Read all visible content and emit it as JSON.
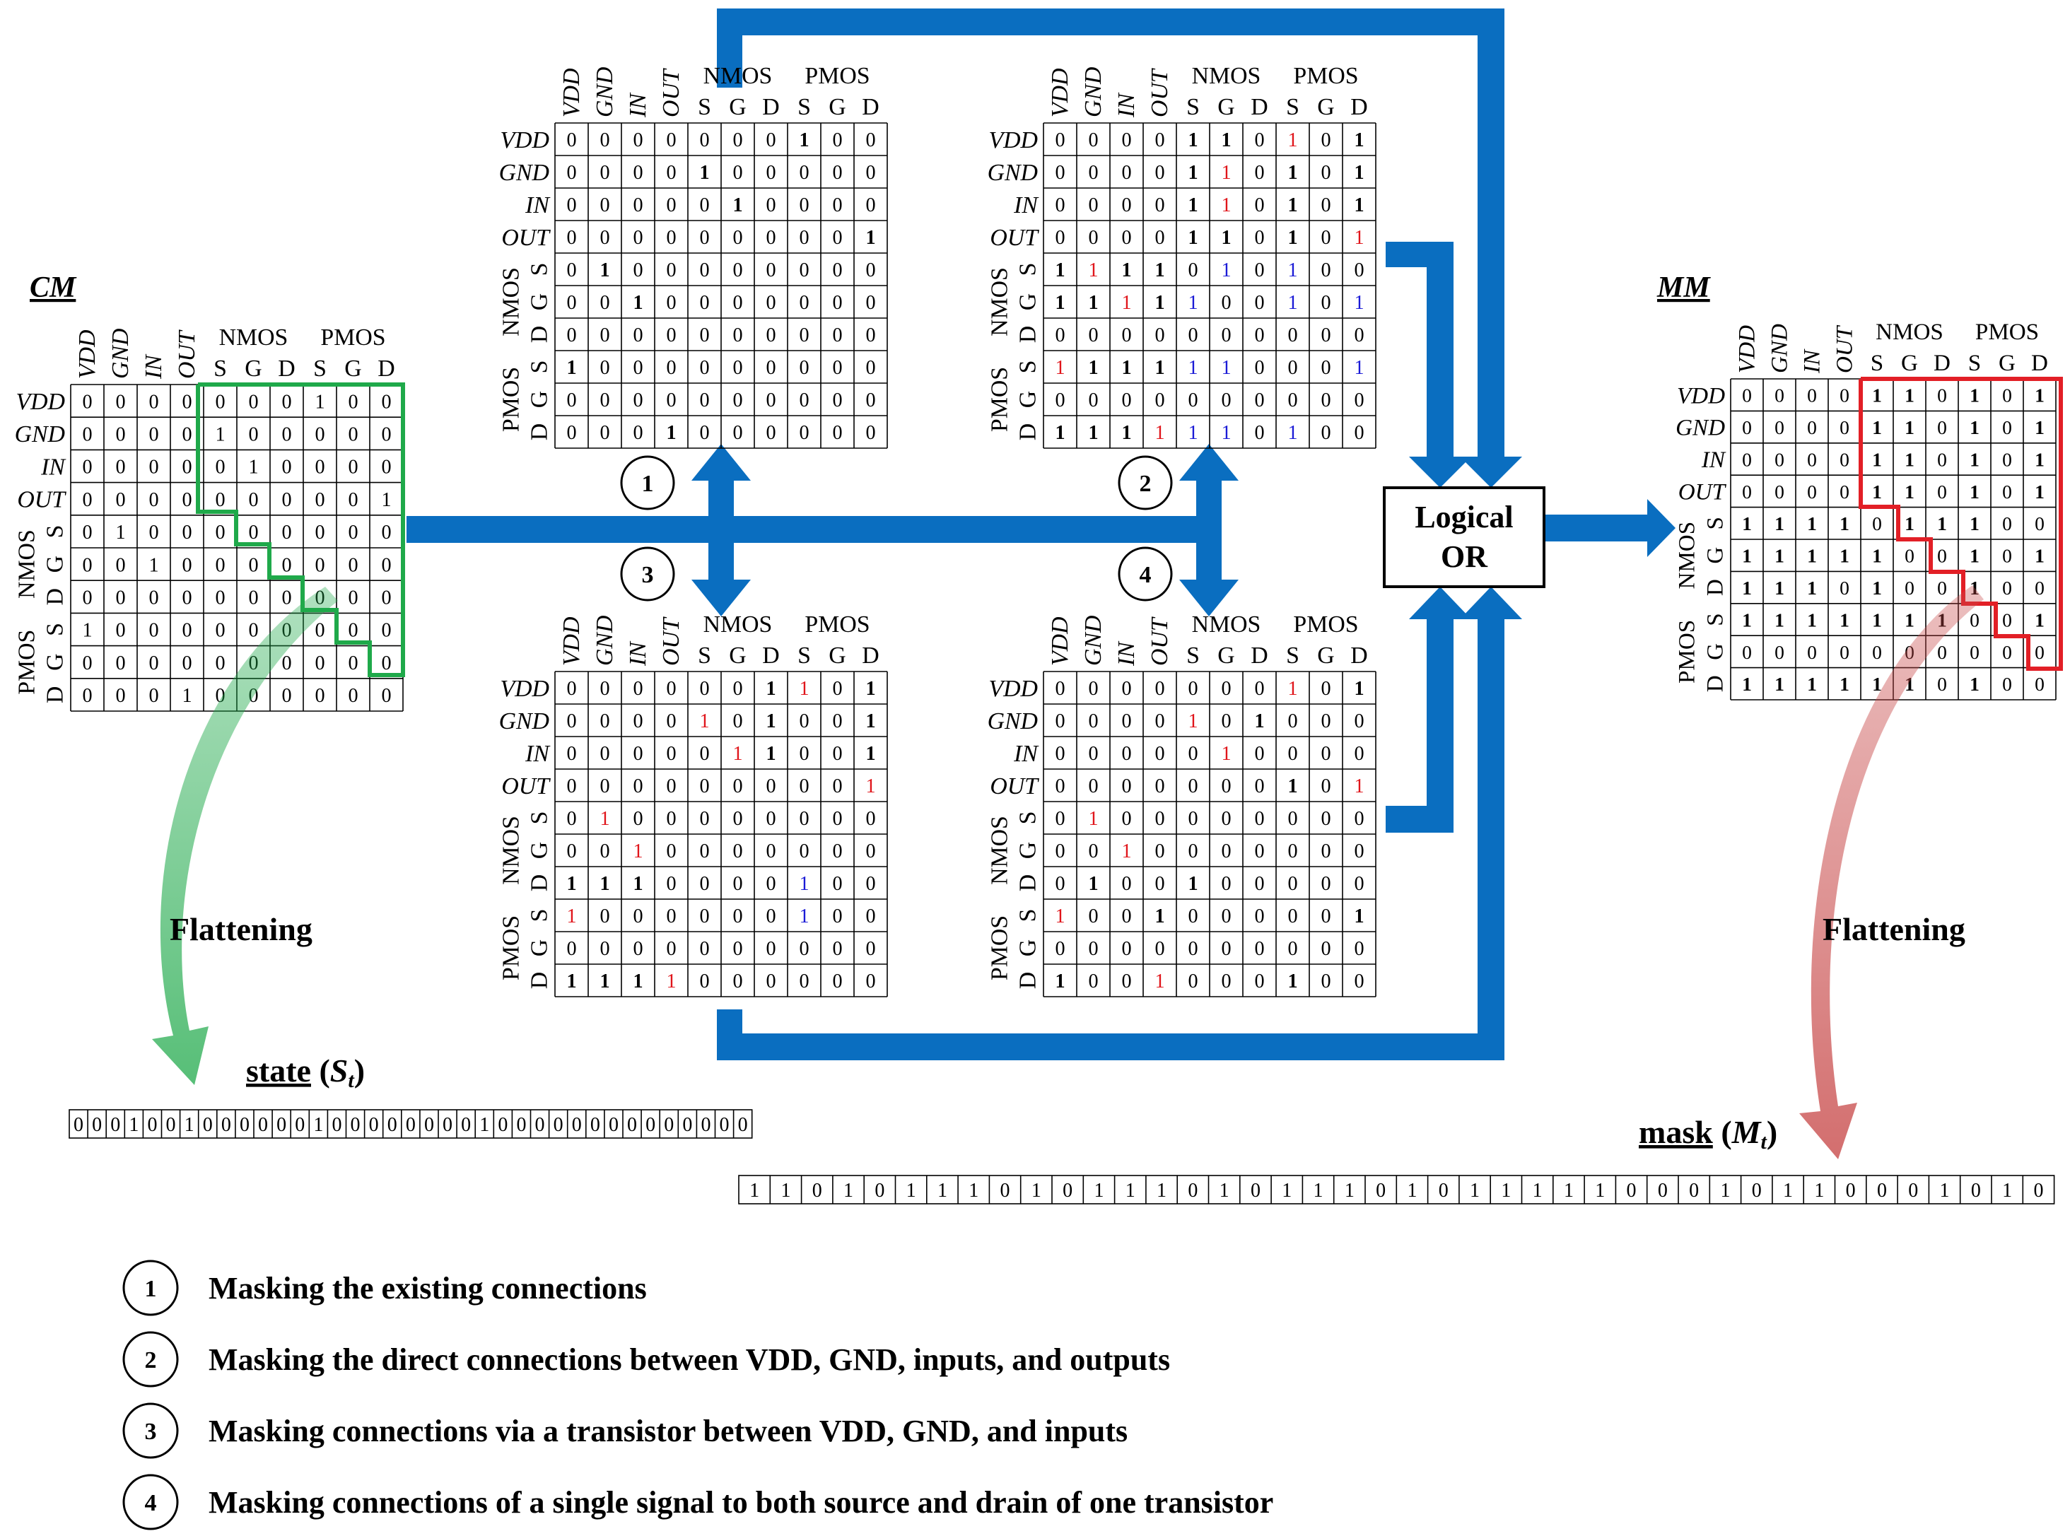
{
  "labels": {
    "cm_title": "CM",
    "mm_title": "MM",
    "flattening_left": "Flattening",
    "flattening_right": "Flattening",
    "state_word": "state",
    "state_sym": "S",
    "state_sub": "t",
    "mask_word": "mask",
    "mask_sym": "M",
    "mask_sub": "t",
    "logical_or_line1": "Logical",
    "logical_or_line2": "OR"
  },
  "matrix_labels": {
    "rows": [
      "VDD",
      "GND",
      "IN",
      "OUT"
    ],
    "cols": [
      "VDD",
      "GND",
      "IN",
      "OUT"
    ],
    "terminals": [
      "S",
      "G",
      "D"
    ],
    "nmos": "NMOS",
    "pmos": "PMOS"
  },
  "colors": {
    "blue_arrow": "#0a6ec0",
    "green": "#1fa94a",
    "red": "#e21f26",
    "cell_red": "#e0151b",
    "cell_blue": "#1b1bd6"
  },
  "matrices": {
    "cm": [
      "0000000100",
      "0000100000",
      "0000010000",
      "0000000001",
      "0100000000",
      "0010000000",
      "0000000000",
      "1000000000",
      "0000000000",
      "0001000000"
    ],
    "m1": [
      "0000000100",
      "0000100000",
      "0000010000",
      "0000000001",
      "0100000000",
      "0010000000",
      "0000000000",
      "1000000000",
      "0000000000",
      "0001000000"
    ],
    "m2": [
      "0000110101",
      "0000110101",
      "0000110101",
      "0000110101",
      "1111010100",
      "1111100101",
      "0000000000",
      "1111110001",
      "0000000000",
      "1111110100"
    ],
    "m3": [
      "0000001101",
      "0000101001",
      "0000011001",
      "0000000001",
      "0100000000",
      "0010000000",
      "1110000100",
      "1000000100",
      "0000000000",
      "1111000000"
    ],
    "m4": [
      "0000000101",
      "0000101000",
      "0000010000",
      "0000000101",
      "0100000000",
      "0010000000",
      "0100100000",
      "1001000001",
      "0000000000",
      "1001000100"
    ],
    "mm": [
      "0000110101",
      "0000110101",
      "0000110101",
      "0000110101",
      "1111011100",
      "1111100101",
      "1110100100",
      "1111111001",
      "0000000000",
      "1111110100"
    ]
  },
  "cell_styles": {
    "m1": [],
    "m2": [
      {
        "r": 0,
        "c": 7,
        "color": "red"
      },
      {
        "r": 1,
        "c": 5,
        "color": "red"
      },
      {
        "r": 2,
        "c": 5,
        "color": "red"
      },
      {
        "r": 3,
        "c": 9,
        "color": "red"
      },
      {
        "r": 4,
        "c": 1,
        "color": "red"
      },
      {
        "r": 4,
        "c": 5,
        "color": "blue"
      },
      {
        "r": 4,
        "c": 7,
        "color": "blue"
      },
      {
        "r": 5,
        "c": 2,
        "color": "red"
      },
      {
        "r": 5,
        "c": 4,
        "color": "blue"
      },
      {
        "r": 5,
        "c": 7,
        "color": "blue"
      },
      {
        "r": 5,
        "c": 9,
        "color": "blue"
      },
      {
        "r": 7,
        "c": 0,
        "color": "red"
      },
      {
        "r": 7,
        "c": 4,
        "color": "blue"
      },
      {
        "r": 7,
        "c": 5,
        "color": "blue"
      },
      {
        "r": 7,
        "c": 9,
        "color": "blue"
      },
      {
        "r": 9,
        "c": 3,
        "color": "red"
      },
      {
        "r": 9,
        "c": 4,
        "color": "blue"
      },
      {
        "r": 9,
        "c": 5,
        "color": "blue"
      },
      {
        "r": 9,
        "c": 7,
        "color": "blue"
      }
    ],
    "m3": [
      {
        "r": 0,
        "c": 7,
        "color": "red"
      },
      {
        "r": 1,
        "c": 4,
        "color": "red"
      },
      {
        "r": 2,
        "c": 5,
        "color": "red"
      },
      {
        "r": 3,
        "c": 9,
        "color": "red"
      },
      {
        "r": 4,
        "c": 1,
        "color": "red"
      },
      {
        "r": 5,
        "c": 2,
        "color": "red"
      },
      {
        "r": 6,
        "c": 7,
        "color": "blue"
      },
      {
        "r": 7,
        "c": 0,
        "color": "red"
      },
      {
        "r": 7,
        "c": 7,
        "color": "blue"
      },
      {
        "r": 9,
        "c": 3,
        "color": "red"
      }
    ],
    "m4": [
      {
        "r": 0,
        "c": 7,
        "color": "red"
      },
      {
        "r": 1,
        "c": 4,
        "color": "red"
      },
      {
        "r": 2,
        "c": 5,
        "color": "red"
      },
      {
        "r": 3,
        "c": 9,
        "color": "red"
      },
      {
        "r": 4,
        "c": 1,
        "color": "red"
      },
      {
        "r": 5,
        "c": 2,
        "color": "red"
      },
      {
        "r": 7,
        "c": 0,
        "color": "red"
      },
      {
        "r": 9,
        "c": 3,
        "color": "red"
      }
    ]
  },
  "state_vector": [
    "0",
    "0",
    "0",
    "1",
    "0",
    "0",
    "1",
    "0",
    "0",
    "0",
    "0",
    "0",
    "0",
    "1",
    "0",
    "0",
    "0",
    "0",
    "0",
    "0",
    "0",
    "0",
    "1",
    "0",
    "0",
    "0",
    "0",
    "0",
    "0",
    "0",
    "0",
    "0",
    "0",
    "0",
    "0",
    "0",
    "0"
  ],
  "mask_vector": [
    "1",
    "1",
    "0",
    "1",
    "0",
    "1",
    "1",
    "1",
    "0",
    "1",
    "0",
    "1",
    "1",
    "1",
    "0",
    "1",
    "0",
    "1",
    "1",
    "1",
    "0",
    "1",
    "0",
    "1",
    "1",
    "1",
    "1",
    "1",
    "0",
    "0",
    "0",
    "1",
    "0",
    "1",
    "1",
    "0",
    "0",
    "0",
    "1",
    "0",
    "1",
    "0"
  ],
  "step_numbers": [
    "1",
    "2",
    "3",
    "4"
  ],
  "legend": [
    {
      "num": "1",
      "text": "Masking the existing connections"
    },
    {
      "num": "2",
      "text": "Masking the direct connections between VDD, GND, inputs, and outputs"
    },
    {
      "num": "3",
      "text": "Masking connections via a transistor between VDD, GND, and inputs"
    },
    {
      "num": "4",
      "text": "Masking connections of a single signal to both source and drain of one transistor"
    }
  ]
}
